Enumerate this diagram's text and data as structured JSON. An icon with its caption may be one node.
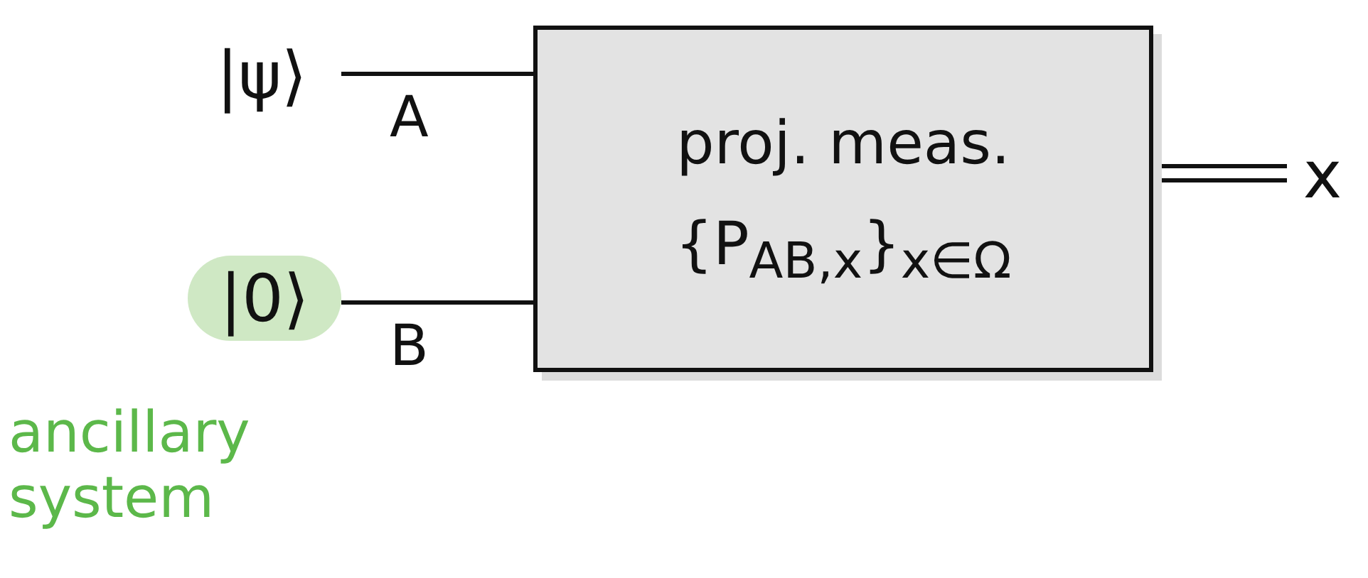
{
  "diagram": {
    "nodes": [
      {
        "text": [
          "|ψ⟩"
        ]
      },
      {
        "text": [
          "|0⟩"
        ],
        "beside": [
          "ancillary system"
        ]
      },
      {
        "text": [
          "proj. meas.",
          "{P$_{AB,x}$}$_{x∈Ω}$"
        ]
      },
      {
        "text": [
          "x"
        ]
      }
    ],
    "edges": [
      {
        "from": 0,
        "to": 2,
        "arrow": "none",
        "label": "A"
      },
      {
        "from": 1,
        "to": 2,
        "arrow": "none",
        "label": "B"
      },
      {
        "from": 2,
        "to": 3,
        "arrow": "none"
      }
    ]
  }
}
